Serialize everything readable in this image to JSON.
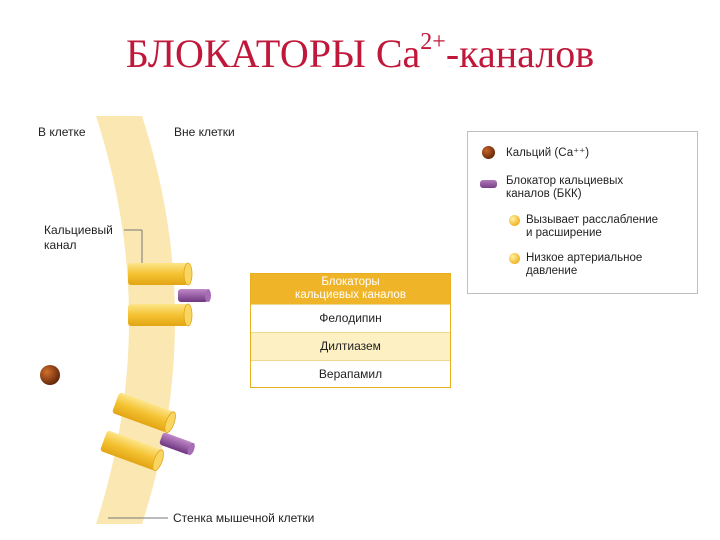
{
  "title": {
    "main": "БЛОКАТОРЫ Са",
    "sup": "2+",
    "suffix": "-каналов"
  },
  "labels": {
    "inside": "В клетке",
    "outside": "Вне клетки",
    "channel_line1": "Кальциевый",
    "channel_line2": "канал",
    "wall": "Стенка мышечной клетки"
  },
  "legend": [
    {
      "icon": "calcium-dot",
      "text": "Кальций (Са⁺⁺)"
    },
    {
      "icon": "blocker-bar",
      "text_line1": "Блокатор кальциевых",
      "text_line2": "каналов (БКК)"
    },
    {
      "icon": "yellow-dot",
      "text_line1": "Вызывает расслабление",
      "text_line2": "и расширение"
    },
    {
      "icon": "yellow-dot",
      "text_line1": "Низкое артериальное",
      "text_line2": "давление"
    }
  ],
  "table": {
    "header_line1": "Блокаторы",
    "header_line2": "кальциевых каналов",
    "rows": [
      "Фелодипин",
      "Дилтиазем",
      "Верапамил"
    ]
  },
  "colors": {
    "title": "#c0183a",
    "membrane": "#fbe7b2",
    "channel": "#f2c132",
    "blocker": "#8e4c9a",
    "calcium": "#8a3a10",
    "table_header": "#f0b428"
  }
}
